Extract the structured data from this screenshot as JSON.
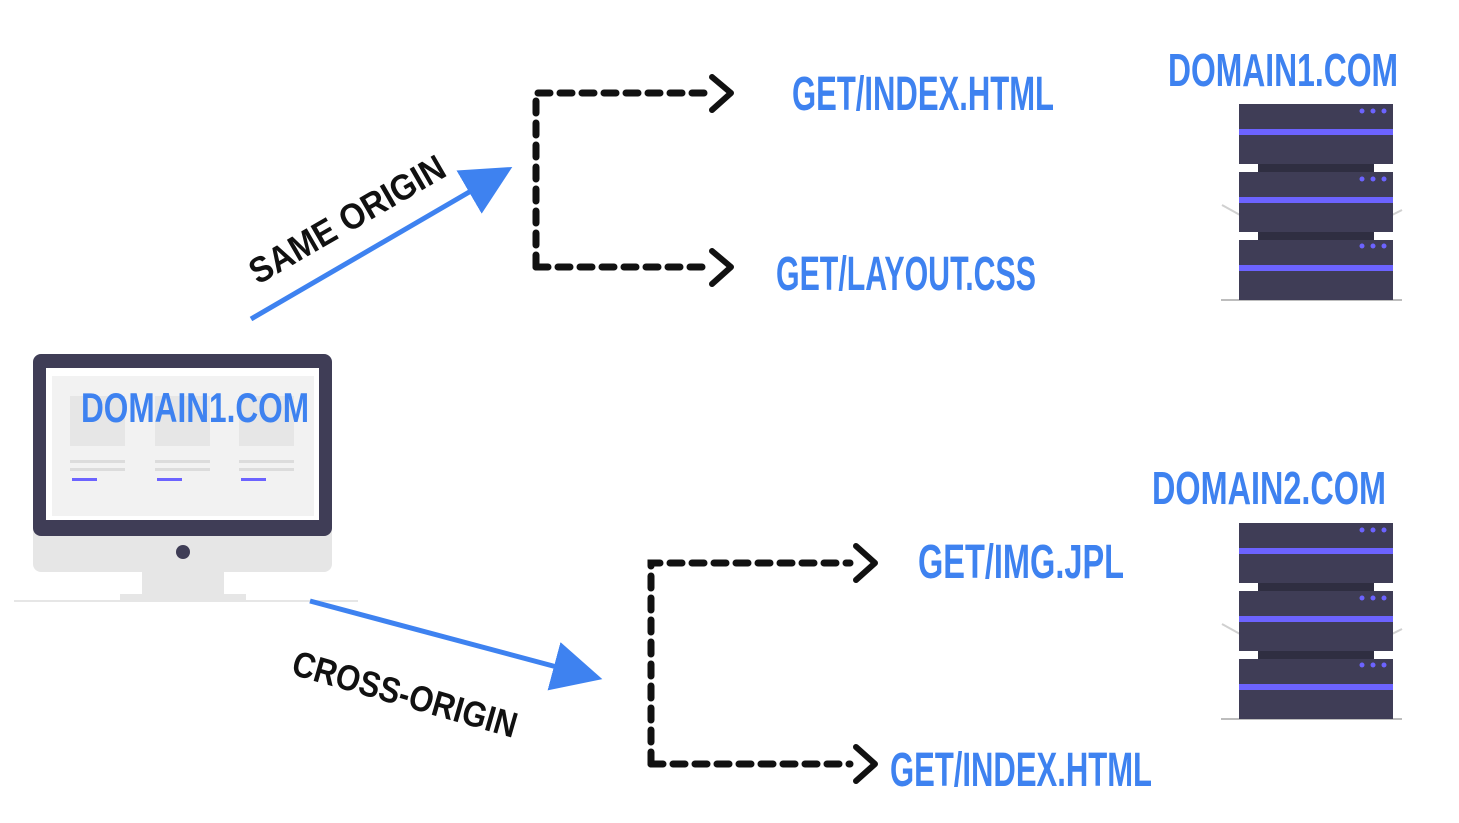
{
  "colors": {
    "blue": "#3e82f0",
    "black": "#111111",
    "server": "#3f3d56",
    "purple": "#6c63ff",
    "monitor_frame": "#3f3d56",
    "monitor_body": "#e6e6e6"
  },
  "client": {
    "screen_label": "DOMAIN1.COM"
  },
  "same_origin": {
    "label": "SAME ORIGIN",
    "requests": [
      "GET/INDEX.HTML",
      "GET/LAYOUT.CSS"
    ],
    "server_label": "DOMAIN1.COM"
  },
  "cross_origin": {
    "label": "CROSS-ORIGIN",
    "requests": [
      "GET/IMG.JPL",
      "GET/INDEX.HTML"
    ],
    "server_label": "DOMAIN2.COM"
  }
}
